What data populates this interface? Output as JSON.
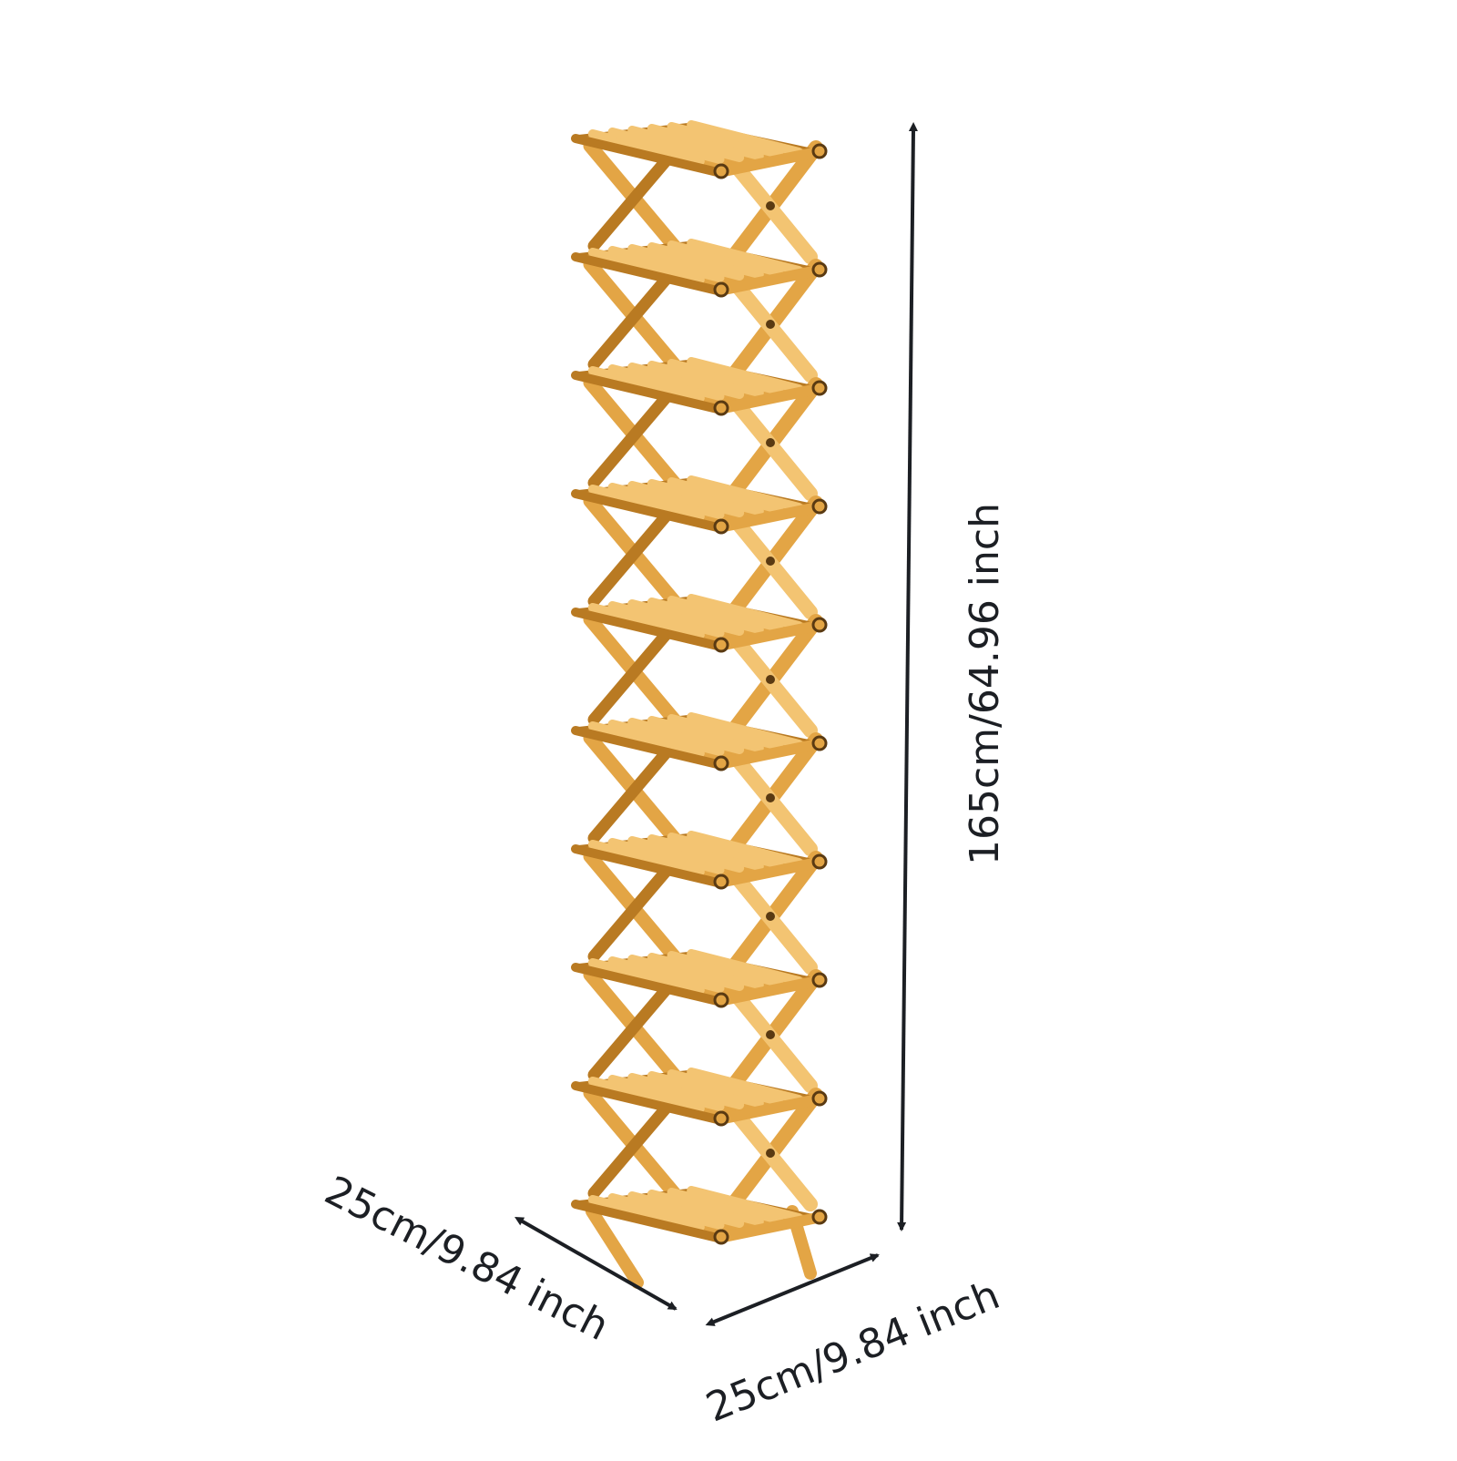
{
  "image": {
    "subject": "product-photo",
    "background_color": "#ffffff",
    "colors": {
      "wood_light": "#f3c472",
      "wood_mid": "#e3a545",
      "wood_dark": "#b97a22",
      "dimension_line": "#1c1f24",
      "pivot_dot": "#5a3a12"
    },
    "shelf_tiers": 10,
    "dimension_labels": {
      "height": "165cm/64.96 inch",
      "depth": "25cm/9.84 inch",
      "width": "25cm/9.84 inch"
    }
  }
}
